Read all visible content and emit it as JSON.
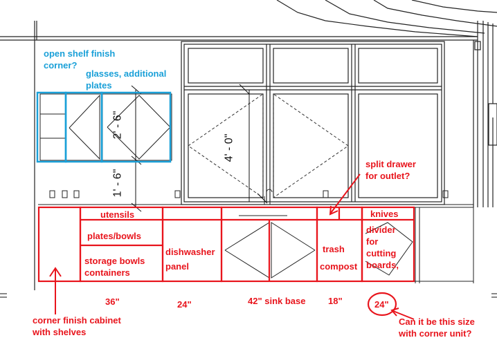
{
  "colors": {
    "annotation_red": "#e8141c",
    "annotation_blue": "#1aa0d8",
    "drawing_line": "#222222"
  },
  "annotations": {
    "open_shelf": "open shelf finish\ncorner?",
    "glasses": "glasses, additional\nplates",
    "split_drawer": "split drawer\nfor outlet?",
    "utensils": "utensils",
    "plates_bowls": "plates/bowls",
    "storage": "storage bowls\ncontainers",
    "dishwasher": "dishwasher\npanel",
    "trash": "trash",
    "compost": "compost",
    "knives": "knives",
    "divider": "divider\nfor\ncutting\nboards,",
    "corner_cabinet": "corner finish cabinet\nwith shelves",
    "can_it_be": "Can it be this size\nwith corner unit?"
  },
  "widths": {
    "w36": "36\"",
    "w24": "24\"",
    "sink": "42\" sink base",
    "w18": "18\"",
    "w24_circled": "24\""
  },
  "dimensions": {
    "upper_height": "2' - 6\"",
    "gap_height": "1' - 6\"",
    "window_height": "4' - 0\""
  }
}
